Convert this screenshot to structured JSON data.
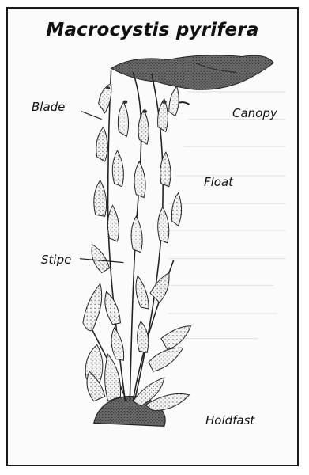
{
  "title": "Macrocystis pyrifera",
  "labels": {
    "blade": "Blade",
    "canopy": "Canopy",
    "float": "Float",
    "stipe": "Stipe",
    "holdfast": "Holdfast"
  }
}
